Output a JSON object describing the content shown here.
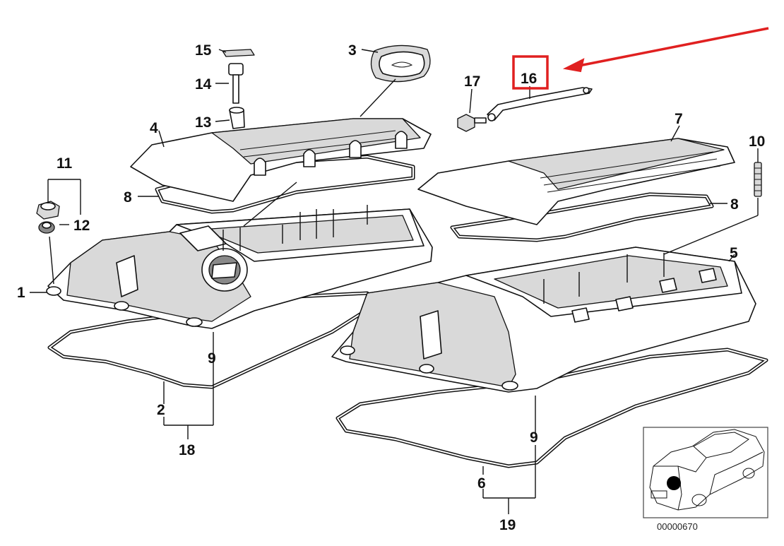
{
  "diagram": {
    "catalog_number": "00000670",
    "highlighted_callout": "16",
    "highlight_color": "#e02020",
    "arrow_color": "#e02020",
    "callouts": {
      "c1": "1",
      "c2": "2",
      "c3": "3",
      "c4": "4",
      "c5": "5",
      "c6": "6",
      "c7": "7",
      "c8a": "8",
      "c8b": "8",
      "c9a": "9",
      "c9b": "9",
      "c10": "10",
      "c11": "11",
      "c12": "12",
      "c13": "13",
      "c14": "14",
      "c15": "15",
      "c16": "16",
      "c17": "17",
      "c18": "18",
      "c19": "19"
    }
  }
}
